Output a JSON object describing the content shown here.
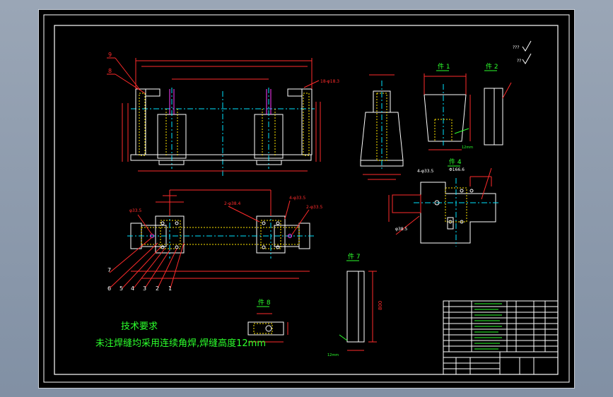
{
  "detail_titles": {
    "part1": "件 1",
    "part2": "件 2",
    "part4": "件 4",
    "part7": "件 7",
    "part8": "件 8"
  },
  "callouts_top": [
    "9",
    "8"
  ],
  "callouts_bottom": [
    "7",
    "6",
    "5",
    "4",
    "3",
    "2",
    "1"
  ],
  "dim_labels": {
    "holes_top": "18-φ18.3",
    "hole_left": "φ33.5",
    "hole_mid": "2-φ38.4",
    "hole_right_a": "4-φ33.5",
    "hole_right_b": "2-φ33.5",
    "part4_holes": "4-φ33.5",
    "part4_dia": "Φ166.6",
    "part4_side": "φ38.5",
    "part7_len": "800"
  },
  "roughness": {
    "a": "???",
    "b": "??"
  },
  "tech_req": {
    "title": "技术要求",
    "line1": "未注焊缝均采用连续角焊,焊缝高度12mm"
  },
  "colors": {
    "background": "#000000",
    "geometry": "#ffffff",
    "hidden": "#ffe600",
    "dimension": "#ff2b2b",
    "center": "#00e5ff",
    "annotation": "#2cff2c"
  }
}
